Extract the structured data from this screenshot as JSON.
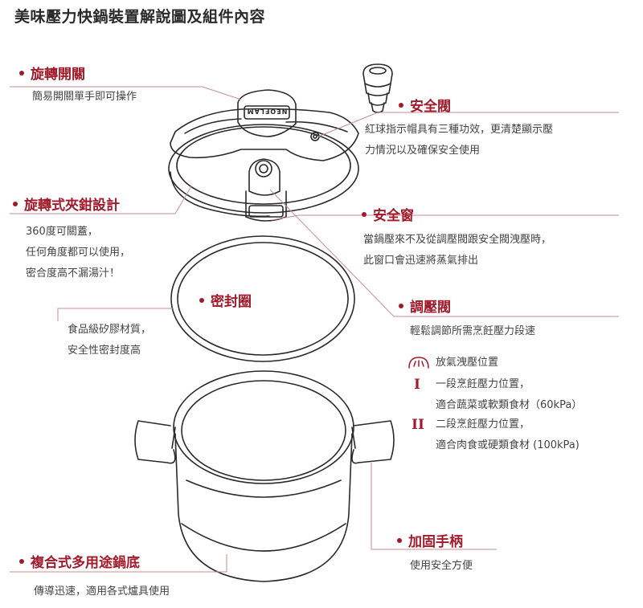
{
  "title": "美味壓力快鍋裝置解說圖及組件內容",
  "brand": "NEOFLAM",
  "colors": {
    "accent": "#a11a2a",
    "leader": "#c98c92",
    "line": "#2a2a2a"
  },
  "callouts": {
    "rotary_switch": {
      "label": "旋轉開關",
      "desc": [
        "簡易開關單手即可操作"
      ]
    },
    "safety_valve": {
      "label": "安全閥",
      "desc": [
        "紅球指示帽具有三種功效，更清楚顯示壓",
        "力情況以及確保安全使用"
      ]
    },
    "rotary_clamp": {
      "label": "旋轉式夾鉗設計",
      "desc": [
        "360度可關蓋，",
        "任何角度都可以使用，",
        "密合度高不漏湯汁！"
      ]
    },
    "safety_window": {
      "label": "安全窗",
      "desc": [
        "當鍋壓來不及從調壓閥跟安全閥洩壓時，",
        "此窗口會迅速將蒸氣排出"
      ]
    },
    "seal_ring": {
      "label": "密封圈",
      "desc": [
        "食品級矽膠材質，",
        "安全性密封度高"
      ]
    },
    "pressure_regulator": {
      "label": "調壓閥",
      "desc": [
        "輕鬆調節所需烹飪壓力段速"
      ],
      "modes": {
        "release": {
          "icon": "steam-release-icon",
          "text": "放氣洩壓位置"
        },
        "level1": {
          "numeral": "I",
          "lines": [
            "一段烹飪壓力位置，",
            "適合蔬菜或軟類食材（60kPa）"
          ]
        },
        "level2": {
          "numeral": "II",
          "lines": [
            "二段烹飪壓力位置，",
            "適合肉食或硬類食材 (100kPa)"
          ]
        }
      }
    },
    "handle": {
      "label": "加固手柄",
      "desc": [
        "使用安全方便"
      ]
    },
    "base": {
      "label": "複合式多用途鍋底",
      "desc": [
        "傳導迅速，適用各式爐具使用"
      ]
    }
  }
}
